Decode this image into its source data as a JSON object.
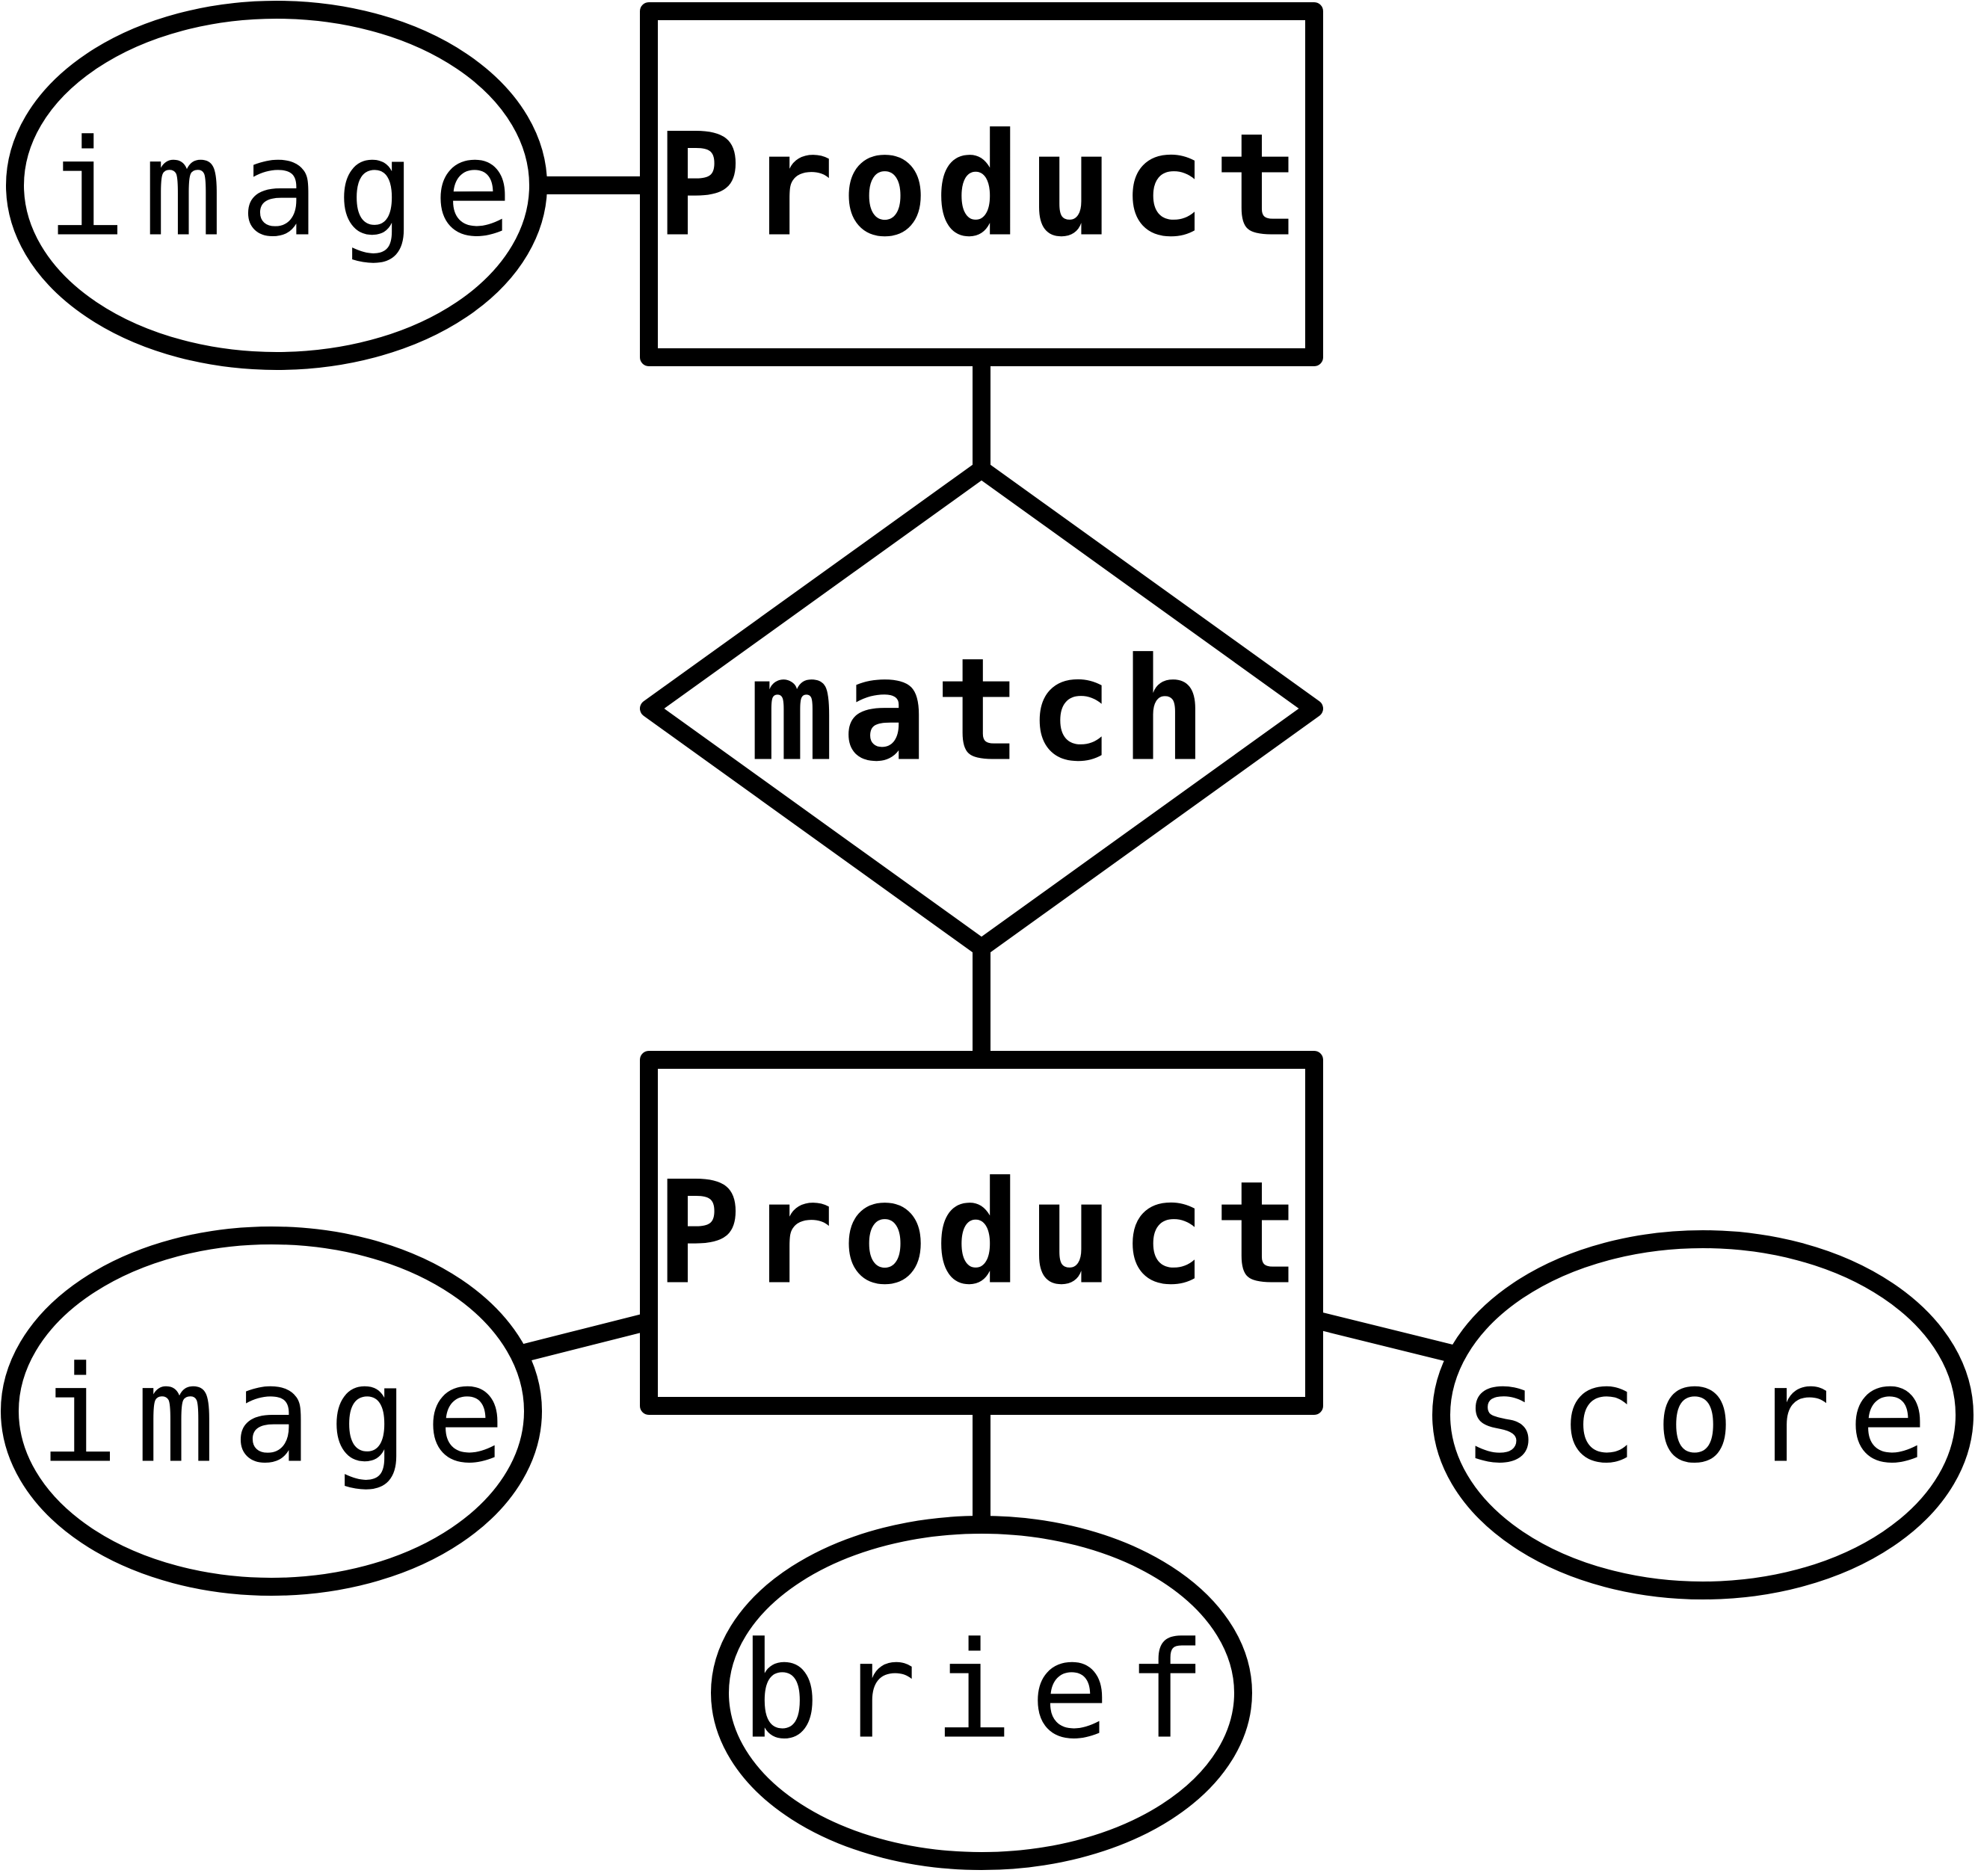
{
  "diagram": {
    "type": "entity-relationship",
    "entities": [
      {
        "id": "product_top",
        "label": "Product"
      },
      {
        "id": "product_bottom",
        "label": "Product"
      }
    ],
    "relationships": [
      {
        "id": "match",
        "label": "match",
        "connects": [
          "product_top",
          "product_bottom"
        ]
      }
    ],
    "attributes": [
      {
        "id": "image_top",
        "label": "image",
        "of": "product_top"
      },
      {
        "id": "image_bottom",
        "label": "image",
        "of": "product_bottom"
      },
      {
        "id": "brief",
        "label": "brief",
        "of": "product_bottom"
      },
      {
        "id": "score",
        "label": "score",
        "of": "product_bottom"
      }
    ],
    "colors": {
      "stroke": "#000000",
      "fill": "#ffffff",
      "text": "#000000"
    }
  }
}
